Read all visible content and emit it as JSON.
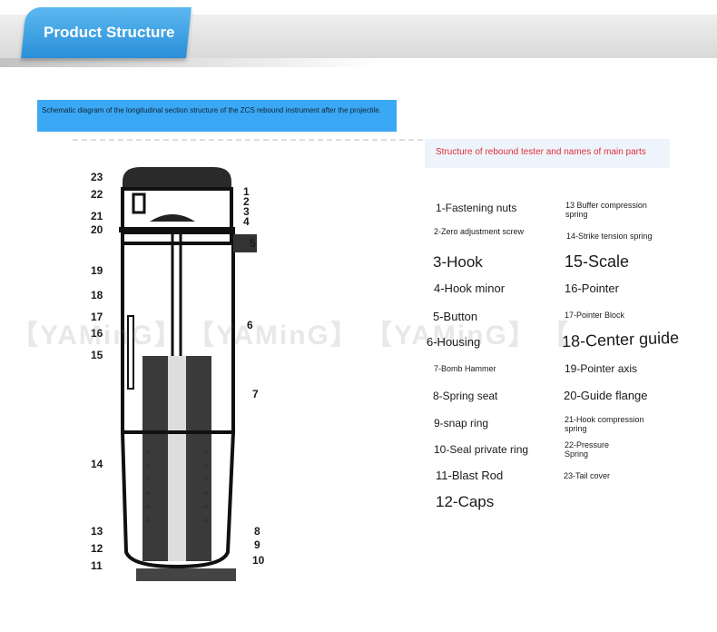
{
  "header": {
    "title": "Product Structure"
  },
  "caption": "Schematic diagram of the longitudinal section structure of the ZCS rebound instrument after the projectile.",
  "parts_title": "Structure of rebound tester and names of main parts",
  "diagram_labels_left": [
    "23",
    "22",
    "21",
    "20",
    "19",
    "18",
    "17",
    "16",
    "15",
    "14",
    "13",
    "12",
    "11"
  ],
  "diagram_labels_right": [
    "1",
    "2",
    "3",
    "4",
    "5",
    "6",
    "7",
    "8",
    "9",
    "10"
  ],
  "watermark": [
    "【YAMinG】",
    "【YAMinG】",
    "【YAMinG】",
    "【"
  ],
  "parts_left": [
    "1-Fastening nuts",
    "2-Zero adjustment screw",
    "3-Hook",
    "4-Hook minor",
    "5-Button",
    "6-Housing",
    "7-Bomb Hammer",
    "8-Spring seat",
    "9-snap ring",
    "10-Seal private ring",
    "11-Blast Rod",
    "12-Caps"
  ],
  "parts_right": [
    "13 Buffer compression spring",
    "14-Strike tension spring",
    "15-Scale",
    "16-Pointer",
    "17-Pointer Block",
    "18-Center guide",
    "19-Pointer axis",
    "20-Guide flange",
    "21-Hook compression spring",
    "22-Pressure Spring",
    "23-Tail cover"
  ]
}
